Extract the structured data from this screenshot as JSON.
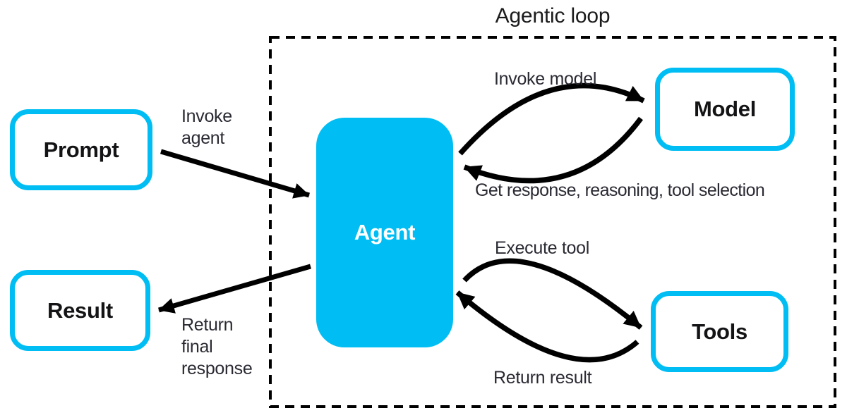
{
  "diagram": {
    "title": "Agentic loop",
    "nodes": {
      "prompt": "Prompt",
      "result": "Result",
      "agent": "Agent",
      "model": "Model",
      "tools": "Tools"
    },
    "edge_labels": {
      "invoke_agent": "Invoke\nagent",
      "return_final": "Return\nfinal\nresponse",
      "invoke_model": "Invoke model",
      "get_response": "Get response, reasoning, tool selection",
      "execute_tool": "Execute tool",
      "return_result": "Return result"
    },
    "colors": {
      "accent": "#00bef3",
      "arrow": "#000000",
      "annotation_text": "#2a2a33",
      "node_text": "#141416",
      "background": "#ffffff"
    }
  }
}
